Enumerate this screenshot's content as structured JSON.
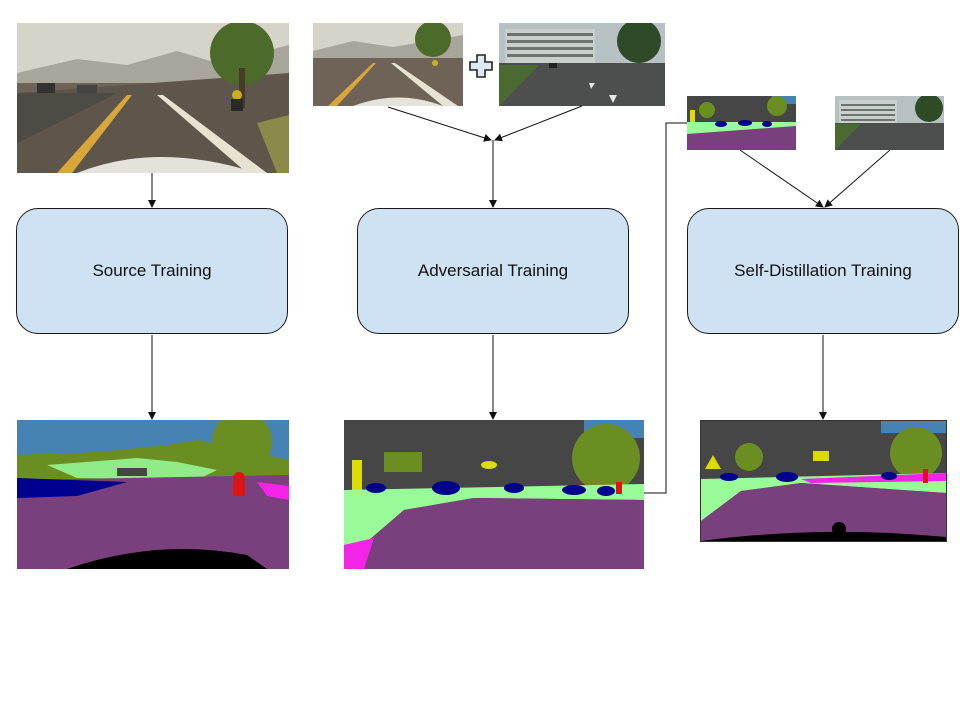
{
  "stages": [
    {
      "id": "source",
      "label": "Source Training"
    },
    {
      "id": "adversarial",
      "label": "Adversarial Training"
    },
    {
      "id": "self_distillation",
      "label": "Self-Distillation Training"
    }
  ],
  "colors": {
    "box_fill": "#cfe2f3",
    "road": "#7a3f7d",
    "sky": "#4682b4",
    "vegetation": "#6b8e23",
    "building": "#464646",
    "car": "#00008e",
    "terrain": "#98fb98",
    "sidewalk": "#f423e8",
    "person": "#dc1414",
    "traffic_sign": "#dcdc00"
  },
  "icons": {
    "combine": "plus-icon"
  }
}
